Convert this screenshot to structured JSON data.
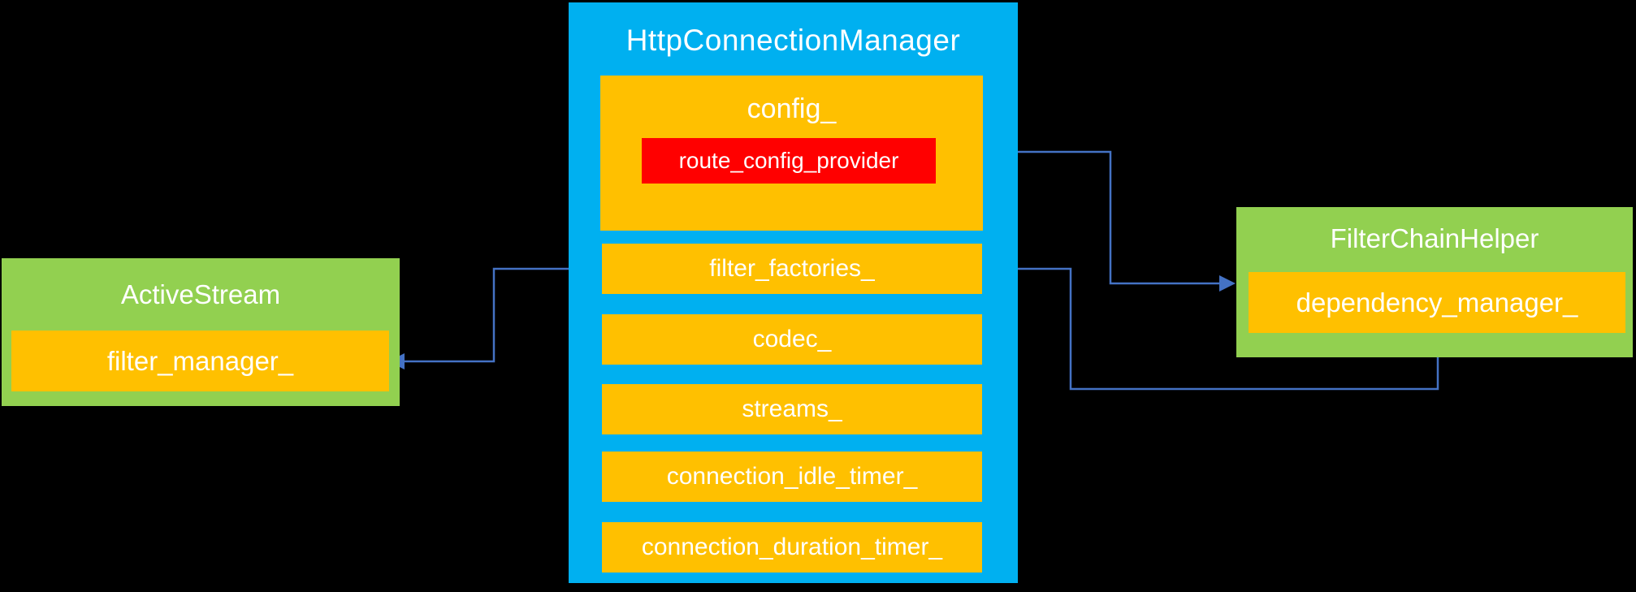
{
  "theme": {
    "background": "#000000",
    "blue": "#00B0F0",
    "gold": "#FFC000",
    "red": "#FF0000",
    "green": "#92D050",
    "connector": "#4472C4",
    "text": "#FFFFFF"
  },
  "diagram": {
    "http_connection_manager": {
      "title": "HttpConnectionManager",
      "config": {
        "label": "config_",
        "route_config_provider": "route_config_provider"
      },
      "members": [
        "filter_factories_",
        "codec_",
        "streams_",
        "connection_idle_timer_",
        "connection_duration_timer_"
      ]
    },
    "active_stream": {
      "title": "ActiveStream",
      "member": "filter_manager_"
    },
    "filter_chain_helper": {
      "title": "FilterChainHelper",
      "member": "dependency_manager_"
    },
    "connections": [
      {
        "from": "config_",
        "to": "FilterChainHelper"
      },
      {
        "from": "FilterChainHelper",
        "to": "filter_factories_"
      },
      {
        "from": "filter_factories_",
        "to": "filter_manager_"
      }
    ]
  }
}
